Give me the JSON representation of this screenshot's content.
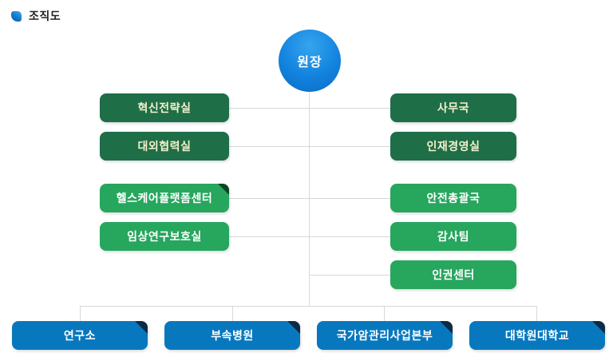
{
  "header": {
    "title": "조직도"
  },
  "chart": {
    "type": "org-chart",
    "root": {
      "label": "원장"
    },
    "left_branches": [
      {
        "label": "혁신전략실"
      },
      {
        "label": "대외협력실"
      },
      {
        "label": "헬스케어플랫폼센터"
      },
      {
        "label": "임상연구보호실"
      }
    ],
    "right_branches": [
      {
        "label": "사무국"
      },
      {
        "label": "인재경영실"
      },
      {
        "label": "안전총괄국"
      },
      {
        "label": "감사팀"
      },
      {
        "label": "인권센터"
      }
    ],
    "bottom_branches": [
      {
        "label": "연구소"
      },
      {
        "label": "부속병원"
      },
      {
        "label": "국가암관리사업본부"
      },
      {
        "label": "대학원대학교"
      }
    ]
  },
  "colors": {
    "dark_green_box": "#1e6e48",
    "dark_green_text": "#f4f1cb",
    "light_green_box": "#27a65e",
    "green_fold": "#0c4426",
    "blue_box": "#0878be",
    "blue_fold": "#0e2a44",
    "circle_blue": "#1283de",
    "connector_line": "#d8d8d8",
    "title_text": "#222222"
  }
}
